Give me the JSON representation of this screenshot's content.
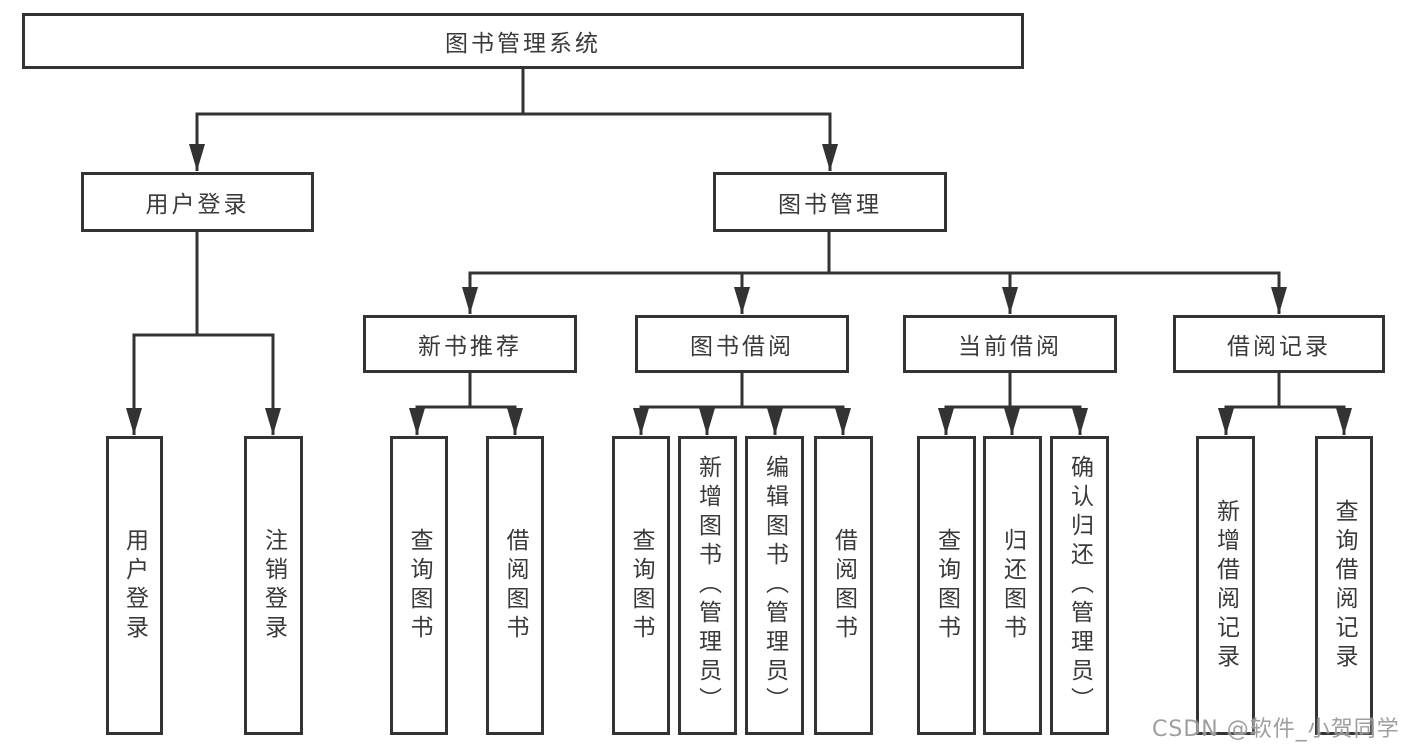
{
  "tree": {
    "label": "图书管理系统",
    "children": [
      {
        "label": "用户登录",
        "children": [
          {
            "label": "用户登录"
          },
          {
            "label": "注销登录"
          }
        ]
      },
      {
        "label": "图书管理",
        "children": [
          {
            "label": "新书推荐",
            "children": [
              {
                "label": "查询图书"
              },
              {
                "label": "借阅图书"
              }
            ]
          },
          {
            "label": "图书借阅",
            "children": [
              {
                "label": "查询图书"
              },
              {
                "label": "新增图书（管理员）"
              },
              {
                "label": "编辑图书（管理员）"
              },
              {
                "label": "借阅图书"
              }
            ]
          },
          {
            "label": "当前借阅",
            "children": [
              {
                "label": "查询图书"
              },
              {
                "label": "归还图书"
              },
              {
                "label": "确认归还（管理员）"
              }
            ]
          },
          {
            "label": "借阅记录",
            "children": [
              {
                "label": "新增借阅记录"
              },
              {
                "label": "查询借阅记录"
              }
            ]
          }
        ]
      }
    ]
  },
  "colors": {
    "line": "#333333",
    "text": "#3a3a3a",
    "watermark": "#949494"
  },
  "watermark": {
    "text": "CSDN @软件_小贺同学"
  }
}
